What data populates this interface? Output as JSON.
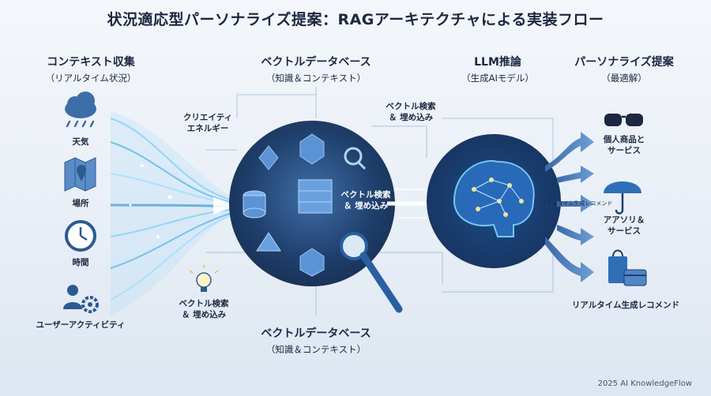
{
  "title": "状況適応型パーソナライズ提案：RAGアーキテクチャによる実装フロー",
  "columns": {
    "context": {
      "title": "コンテキスト収集",
      "subtitle": "（リアルタイム状況）"
    },
    "vector_db_top": {
      "title": "ベクトルデータベース",
      "subtitle": "（知識＆コンテキスト）"
    },
    "llm": {
      "title": "LLM推論",
      "subtitle": "（生成AIモデル）"
    },
    "personalize": {
      "title": "パーソナライズ提案",
      "subtitle": "（最適解）"
    }
  },
  "inputs": [
    {
      "label": "天気",
      "icon": "cloud-rain-icon"
    },
    {
      "label": "場所",
      "icon": "map-pin-icon"
    },
    {
      "label": "時間",
      "icon": "clock-icon"
    },
    {
      "label": "ユーザーアクティビティ",
      "icon": "user-gear-icon"
    }
  ],
  "annotations": {
    "creative_energy": "クリエイティ\nエネルギー",
    "vector_search_top": "ベクトル検索\n＆ 埋め込み",
    "vector_search_center": "ベクトル検索\n＆ 埋め込み",
    "vector_search_left": "ベクトル検索\n＆ 埋め込み",
    "realtime_small": "リアルタイム生成レコメンド"
  },
  "vector_db_bottom": {
    "title": "ベクトルデータベース",
    "subtitle": "（知識＆コンテキスト）"
  },
  "outputs": [
    {
      "label": "個人商品と\nサービス",
      "icon": "sunglasses-icon"
    },
    {
      "label": "アアソリ＆\nサービス",
      "icon": "umbrella-icon"
    },
    {
      "label": "リアルタイム生成レコメンド",
      "icon": "shopping-card-icon"
    }
  ],
  "footer": "2025 AI KnowledgeFlow",
  "colors": {
    "accent": "#2f6fb8",
    "dark_blue": "#1c3f6e",
    "glow": "#7fd6ff",
    "node": "#f7a23b"
  }
}
